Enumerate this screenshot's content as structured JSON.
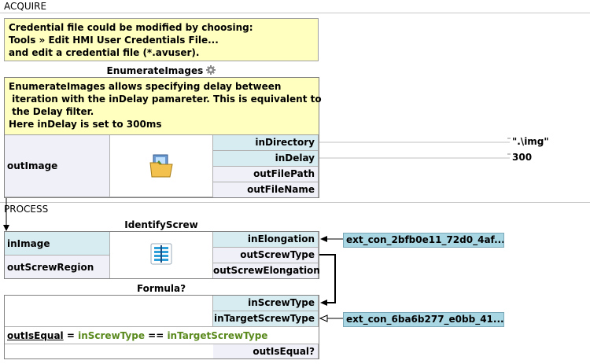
{
  "sections": {
    "acquire": "ACQUIRE",
    "process": "PROCESS"
  },
  "credential_note": "Credential file could be modified by choosing:\nTools » Edit HMI User Credentials File...\nand edit a credential file (*.avuser).",
  "enumerate": {
    "title": "EnumerateImages",
    "note": "EnumerateImages allows specifying delay between\n iteration with the inDelay pamareter. This is equivalent to\n the Delay filter.\nHere inDelay is set to 300ms",
    "left_output": "outImage",
    "ports": [
      "inDirectory",
      "inDelay",
      "outFilePath",
      "outFileName"
    ],
    "values": {
      "inDirectory": "\".\\img\"",
      "inDelay": "300"
    }
  },
  "identify": {
    "title": "IdentifyScrew",
    "left_ports": [
      "inImage",
      "outScrewRegion"
    ],
    "ports": [
      "inElongation",
      "outScrewType",
      "outScrewElongation"
    ],
    "ext_in_elongation": "ext_con_2bfb0e11_72d0_4af..."
  },
  "formula": {
    "title": "Formula?",
    "ports": [
      "inScrewType",
      "inTargetScrewType"
    ],
    "ext_in_target": "ext_con_6ba6b277_e0bb_41...",
    "expr_out": "outIsEqual",
    "expr_eq": " = ",
    "expr_a": "inScrewType",
    "expr_op": " == ",
    "expr_b": "inTargetScrewType",
    "out_port": "outIsEqual?"
  },
  "colors": {
    "note": "#ffffc0",
    "input_port": "#d7ecf0",
    "ext_input": "#a9d6e3",
    "expr_green": "#5a8a1e"
  },
  "icons": {
    "enumerate": "folder-images-icon",
    "identify": "identify-filter-icon",
    "settings": "gear-icon"
  }
}
